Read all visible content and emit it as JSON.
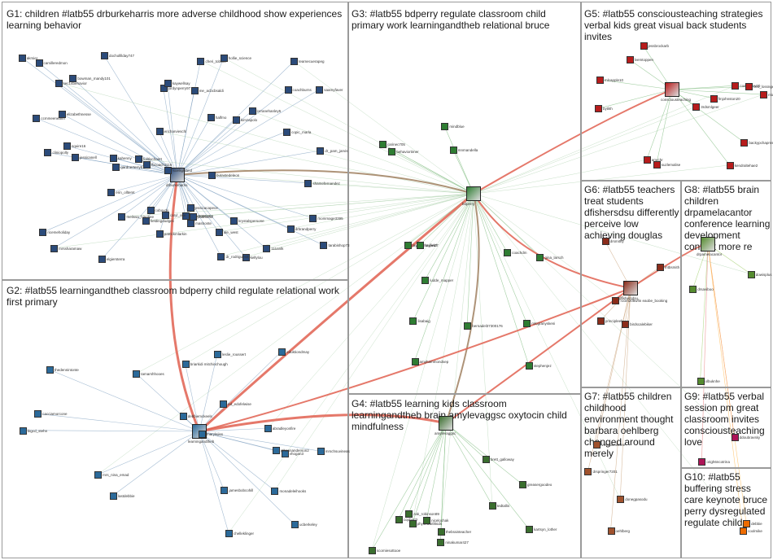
{
  "groups": [
    {
      "id": "G1",
      "label": "G1: children #latb55 drburkeharris more adverse childhood show experiences learning behavior",
      "color": "#2b4b7a"
    },
    {
      "id": "G2",
      "label": "G2: #latb55 learningandtheb classroom bdperry child regulate relational work first primary",
      "color": "#2b6a9a"
    },
    {
      "id": "G3",
      "label": "G3: #latb55 bdperry regulate classroom child primary work learningandtheb relational bruce",
      "color": "#2e7d32"
    },
    {
      "id": "G4",
      "label": "G4: #latb55 learning kids classroom learningandtheb brain amylevaggsc oxytocin child mindfulness",
      "color": "#3a6e2e"
    },
    {
      "id": "G5",
      "label": "G5: #latb55 consciousteaching strategies verbal kids great visual back students invites",
      "color": "#b71c1c"
    },
    {
      "id": "G6",
      "label": "G6: #latb55 teachers treat students dfishersdsu differently perceive low achieving douglas",
      "color": "#8b2c1a"
    },
    {
      "id": "G7",
      "label": "G7: #latb55 children childhood environment thought barbara oehlberg changed around merely",
      "color": "#a0522d"
    },
    {
      "id": "G8",
      "label": "G8: #latb55 brain children drpamelacantor conference learning development context more re",
      "color": "#558b2f"
    },
    {
      "id": "G9",
      "label": "G9: #latb55 verbal session pm great classroom invites consciousteaching love",
      "color": "#ad1457"
    },
    {
      "id": "G10",
      "label": "G10: #latb55 buffering stress care keynote bruce perry dysregulated regulate child",
      "color": "#ef6c00"
    }
  ],
  "hubs": [
    {
      "name": "drburkeharris",
      "group": "G1"
    },
    {
      "name": "learningandtheb",
      "group": "G2"
    },
    {
      "name": "bdperry",
      "group": "G3"
    },
    {
      "name": "amylevaggsc",
      "group": "G4"
    },
    {
      "name": "consciousteaching",
      "group": "G5"
    },
    {
      "name": "dfishersdsu",
      "group": "G6"
    },
    {
      "name": "drpamelacantor",
      "group": "G8"
    }
  ],
  "nodes": [
    {
      "name": "drbrandperry",
      "group": "G1"
    },
    {
      "name": "mommage3395",
      "group": "G1"
    },
    {
      "name": "jessicacapece",
      "group": "G1"
    },
    {
      "name": "cheri_tobicki",
      "group": "G1"
    },
    {
      "name": "krystalspersone",
      "group": "G1"
    },
    {
      "name": "kimzapolo",
      "group": "G1"
    },
    {
      "name": "kellylou",
      "group": "G1"
    },
    {
      "name": "tarabishop73",
      "group": "G1"
    },
    {
      "name": "bowman_mandy101",
      "group": "G1"
    },
    {
      "name": "ale_west",
      "group": "G1"
    },
    {
      "name": "squire16",
      "group": "G1"
    },
    {
      "name": "kahenny",
      "group": "G1"
    },
    {
      "name": "hollie_science",
      "group": "G1"
    },
    {
      "name": "victor3395363",
      "group": "G1"
    },
    {
      "name": "cobovdy",
      "group": "G1"
    },
    {
      "name": "mrssharamaw",
      "group": "G1"
    },
    {
      "name": "jordynperry97",
      "group": "G1"
    },
    {
      "name": "coachburns",
      "group": "G1"
    },
    {
      "name": "melissa_hinchee",
      "group": "G1"
    },
    {
      "name": "dochollllday747",
      "group": "G1"
    },
    {
      "name": "saamyfaver",
      "group": "G1"
    },
    {
      "name": "dr_rodrigues01",
      "group": "G1"
    },
    {
      "name": "erin_olltemt",
      "group": "G1"
    },
    {
      "name": "camilleredmon",
      "group": "G1"
    },
    {
      "name": "fieldingdudgeli",
      "group": "G1"
    },
    {
      "name": "copic_marla",
      "group": "G1"
    },
    {
      "name": "kaywellsay",
      "group": "G1"
    },
    {
      "name": "shamefernandez",
      "group": "G1"
    },
    {
      "name": "gardnerterry6",
      "group": "G1"
    },
    {
      "name": "mashonte",
      "group": "G1"
    },
    {
      "name": "phahorror",
      "group": "G1"
    },
    {
      "name": "dr_pam_jarvis",
      "group": "G1"
    },
    {
      "name": "halfmo",
      "group": "G1"
    },
    {
      "name": "butastedeleon",
      "group": "G1"
    },
    {
      "name": "jessicanell",
      "group": "G1"
    },
    {
      "name": "akrsier",
      "group": "G1"
    },
    {
      "name": "ericharvieschl",
      "group": "G1"
    },
    {
      "name": "elgiersterra",
      "group": "G1"
    },
    {
      "name": "ccmmeeneann",
      "group": "G1"
    },
    {
      "name": "fuiltlochoert",
      "group": "G1"
    },
    {
      "name": "me_acbcbsaldi",
      "group": "G1"
    },
    {
      "name": "cliniopolly",
      "group": "G1"
    },
    {
      "name": "lorranehanley5",
      "group": "G1"
    },
    {
      "name": "fbcoach1116",
      "group": "G1"
    },
    {
      "name": "patrickmlarkin",
      "group": "G1"
    },
    {
      "name": "teamecuerapeg",
      "group": "G1"
    },
    {
      "name": "elizabethnesse",
      "group": "G1"
    },
    {
      "name": "caryl_orie",
      "group": "G1"
    },
    {
      "name": "sec14behavior",
      "group": "G1"
    },
    {
      "name": "ricemeholiday",
      "group": "G1"
    },
    {
      "name": "scellighland",
      "group": "G1"
    },
    {
      "name": "111anlk",
      "group": "G1"
    },
    {
      "name": "marylejiss",
      "group": "G2"
    },
    {
      "name": "vhogan3",
      "group": "G2"
    },
    {
      "name": "mrs_nina_emad",
      "group": "G2"
    },
    {
      "name": "mrschsuvineas",
      "group": "G2"
    },
    {
      "name": "eduktiondmay",
      "group": "G2"
    },
    {
      "name": "monadeleihooks",
      "group": "G2"
    },
    {
      "name": "debbiemckeels",
      "group": "G2"
    },
    {
      "name": "ethannanderson2",
      "group": "G2"
    },
    {
      "name": "abradleyonfire",
      "group": "G2"
    },
    {
      "name": "ed_edofelwise",
      "group": "G2"
    },
    {
      "name": "thedennintonte",
      "group": "G2"
    },
    {
      "name": "briarkidi mitchinchough",
      "group": "G2"
    },
    {
      "name": "jamesbobcohill",
      "group": "G2"
    },
    {
      "name": "cacciamorcone",
      "group": "G2"
    },
    {
      "name": "tamarshhooes",
      "group": "G2"
    },
    {
      "name": "ucberkeley",
      "group": "G2"
    },
    {
      "name": "bigcd_stehn",
      "group": "G2"
    },
    {
      "name": "chelleklinger",
      "group": "G2"
    },
    {
      "name": "leslie_roussert",
      "group": "G2"
    },
    {
      "name": "lastdebbie",
      "group": "G2"
    },
    {
      "name": "bdperry",
      "group": "G3"
    },
    {
      "name": "coachdm",
      "group": "G3"
    },
    {
      "name": "lisabaig",
      "group": "G3"
    },
    {
      "name": "taylor_mayfield",
      "group": "G3"
    },
    {
      "name": "gina_larsch",
      "group": "G3"
    },
    {
      "name": "carinec705",
      "group": "G3"
    },
    {
      "name": "behaviortimer",
      "group": "G3"
    },
    {
      "name": "mnmandella",
      "group": "G3"
    },
    {
      "name": "bernadel37300176",
      "group": "G3"
    },
    {
      "name": "mindblue",
      "group": "G3"
    },
    {
      "name": "stephenjez",
      "group": "G3"
    },
    {
      "name": "mtcgranyskeni",
      "group": "G3"
    },
    {
      "name": "ludde_mapper",
      "group": "G3"
    },
    {
      "name": "amyhammondsep",
      "group": "G3"
    },
    {
      "name": "loujen27",
      "group": "G3"
    },
    {
      "name": "dfishersdsu",
      "group": "G6"
    },
    {
      "name": "drsmithy",
      "group": "G6"
    },
    {
      "name": "principleef",
      "group": "G6"
    },
    {
      "name": "room208wfin eaobe_booking",
      "group": "G6"
    },
    {
      "name": "birdscalebiker",
      "group": "G6"
    },
    {
      "name": "mtbsmith",
      "group": "G6"
    },
    {
      "name": "physedwithkids",
      "group": "G4"
    },
    {
      "name": "nicelochak",
      "group": "G4"
    },
    {
      "name": "brett_galloway",
      "group": "G4"
    },
    {
      "name": "thebrainteacher",
      "group": "G4"
    },
    {
      "name": "cophert2",
      "group": "G4"
    },
    {
      "name": "kartsyn_lother",
      "group": "G4"
    },
    {
      "name": "scorniesottooe",
      "group": "G4"
    },
    {
      "name": "ninakumar427",
      "group": "G4"
    },
    {
      "name": "greasergoodeo",
      "group": "G4"
    },
    {
      "name": "tedtallis",
      "group": "G4"
    },
    {
      "name": "zak_robinson89",
      "group": "G4"
    },
    {
      "name": "consciousteaching",
      "group": "G5"
    },
    {
      "name": "coachhsw20",
      "group": "G5"
    },
    {
      "name": "suzlemalise",
      "group": "G5"
    },
    {
      "name": "mlcapple10",
      "group": "G5"
    },
    {
      "name": "amrchr",
      "group": "G5"
    },
    {
      "name": "fmjohnston20",
      "group": "G5"
    },
    {
      "name": "lvemtoppen",
      "group": "G5"
    },
    {
      "name": "3rdsmlgeer",
      "group": "G5"
    },
    {
      "name": "ceo_lossngeles",
      "group": "G5"
    },
    {
      "name": "bytikh",
      "group": "G5"
    },
    {
      "name": "midaratolic",
      "group": "G5"
    },
    {
      "name": "jessbrockarb",
      "group": "G5"
    },
    {
      "name": "backypchapmsnf",
      "group": "G5"
    },
    {
      "name": "kendraltehae2",
      "group": "G5"
    },
    {
      "name": "oehlberg",
      "group": "G7"
    },
    {
      "name": "drspringer7201",
      "group": "G7"
    },
    {
      "name": "donegpasodu",
      "group": "G7"
    },
    {
      "name": "lvetreoleonnee",
      "group": "G7"
    },
    {
      "name": "drpamelacantor",
      "group": "G8"
    },
    {
      "name": "dowisplus",
      "group": "G8"
    },
    {
      "name": "drsaviboo",
      "group": "G8"
    },
    {
      "name": "olbuknhe",
      "group": "G8"
    },
    {
      "name": "ddoubravsky",
      "group": "G9"
    },
    {
      "name": "origh6ncotrina",
      "group": "G9"
    },
    {
      "name": "debbie",
      "group": "G10"
    },
    {
      "name": "coolmike",
      "group": "G10"
    }
  ]
}
